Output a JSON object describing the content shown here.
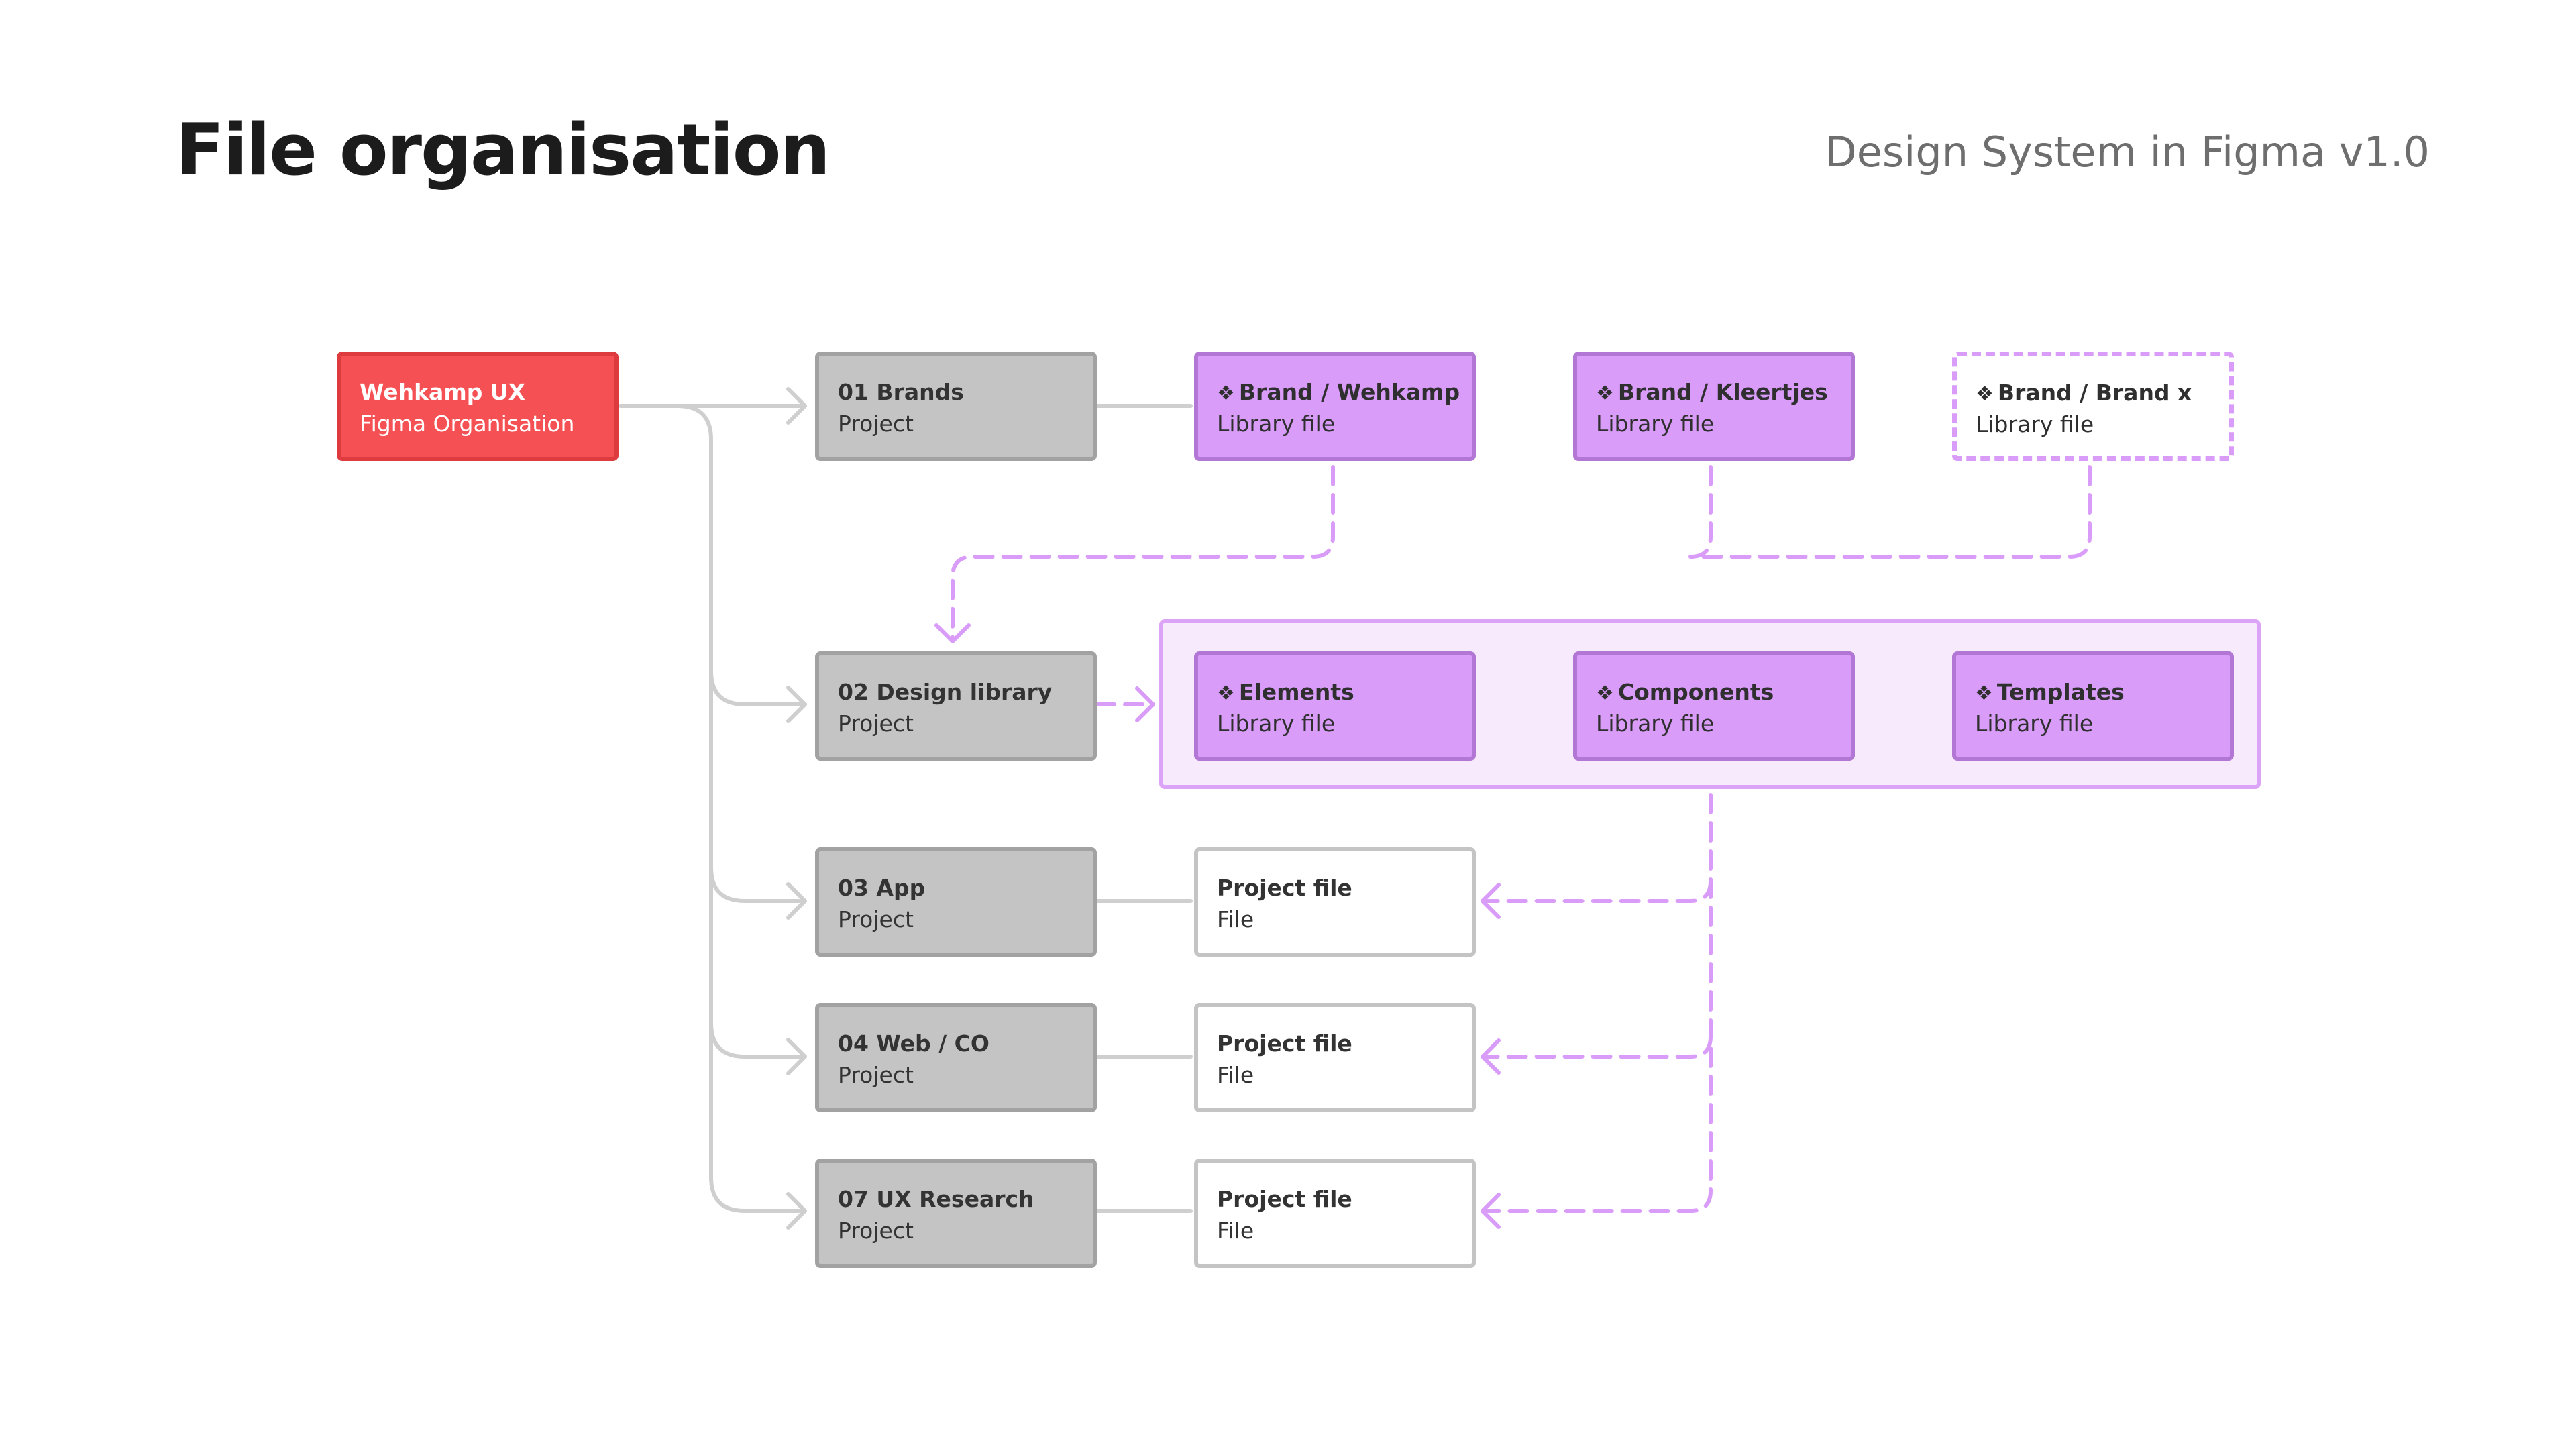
{
  "header": {
    "title": "File organisation",
    "subtitle": "Design System in Figma v1.0"
  },
  "icons": {
    "component": "component-icon"
  },
  "colors": {
    "org": "#f55154",
    "project": "#c4c4c4",
    "library": "#d99cf9",
    "library_group_bg": "#f7eafd",
    "connector_grey": "#cfcfcf",
    "connector_purple": "#d99cf9"
  },
  "nodes": {
    "org": {
      "title": "Wehkamp UX",
      "subtitle": "Figma Organisation"
    },
    "brands": {
      "title": "01 Brands",
      "subtitle": "Project"
    },
    "design_library": {
      "title": "02 Design library",
      "subtitle": "Project"
    },
    "app": {
      "title": "03 App",
      "subtitle": "Project"
    },
    "web": {
      "title": "04 Web / CO",
      "subtitle": "Project"
    },
    "research": {
      "title": "07 UX Research",
      "subtitle": "Project"
    },
    "brand_wehkamp": {
      "mark": "❖",
      "title": "Brand / Wehkamp",
      "subtitle": "Library file"
    },
    "brand_kleertjes": {
      "mark": "❖",
      "title": "Brand / Kleertjes",
      "subtitle": "Library file"
    },
    "brand_x": {
      "mark": "❖",
      "title": "Brand / Brand x",
      "subtitle": "Library file"
    },
    "elements": {
      "mark": "❖",
      "title": "Elements",
      "subtitle": "Library file"
    },
    "components": {
      "mark": "❖",
      "title": "Components",
      "subtitle": "Library file"
    },
    "templates": {
      "mark": "❖",
      "title": "Templates",
      "subtitle": "Library file"
    },
    "app_file": {
      "title": "Project file",
      "subtitle": "File"
    },
    "web_file": {
      "title": "Project file",
      "subtitle": "File"
    },
    "research_file": {
      "title": "Project file",
      "subtitle": "File"
    }
  }
}
